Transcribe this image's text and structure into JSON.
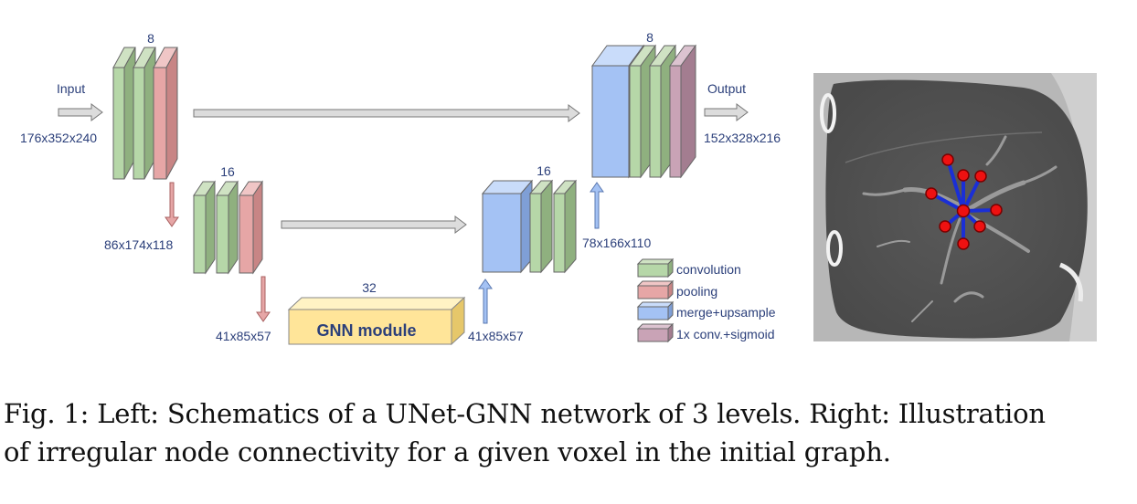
{
  "diagram": {
    "channels": {
      "level1": "8",
      "level2": "16",
      "level3": "32",
      "level2_up": "16",
      "level1_up": "8"
    },
    "sizes": {
      "input": "176x352x240",
      "level2": "86x174x118",
      "level3_in": "41x85x57",
      "level3_out": "41x85x57",
      "level2_out": "78x166x110",
      "output": "152x328x216"
    },
    "input_label": "Input",
    "output_label": "Output",
    "gnn_label": "GNN module",
    "legend": [
      {
        "label": "convolution",
        "color": "#b6d7a8"
      },
      {
        "label": "pooling",
        "color": "#e6a6a6"
      },
      {
        "label": "merge+upsample",
        "color": "#a4c2f4"
      },
      {
        "label": "1x conv.+sigmoid",
        "color": "#c9a3b6"
      }
    ],
    "colors": {
      "conv": "#b6d7a8",
      "pool": "#e6a6a6",
      "merge": "#a4c2f4",
      "sigmoid": "#c9a3b6",
      "gnn": "#ffe599",
      "arrow_gray": "#dcdcdc",
      "node": "#ee1111",
      "edge": "#1a2fd6",
      "label_text": "#2b3f7a"
    }
  },
  "caption": {
    "line1": "Fig. 1: Left: Schematics of a UNet-GNN network of 3 levels. Right: Illustration",
    "line2": "of irregular node connectivity for a given voxel in the initial graph."
  }
}
